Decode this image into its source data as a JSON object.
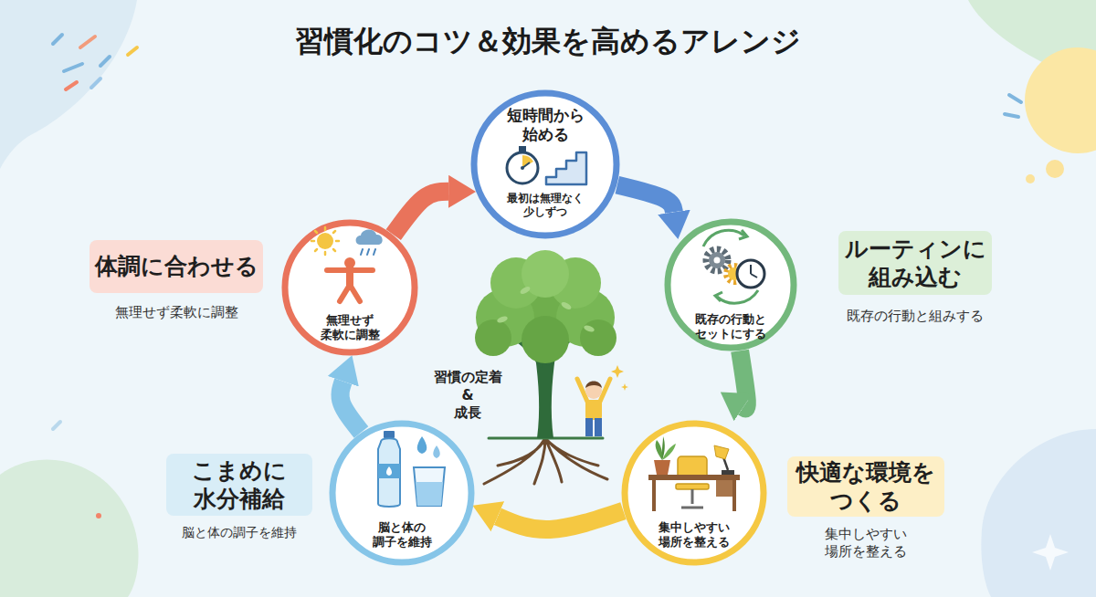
{
  "diagram": {
    "title": "習慣化のコツ＆効果を高めるアレンジ",
    "nodes": [
      {
        "text": [
          "短時間から 始める",
          "最初は無理なく 少しずつ"
        ]
      },
      {
        "text": [
          "既存の行動と セットにする"
        ]
      },
      {
        "text": [
          "ルーティンに 組み込む",
          "既存の行動と組みする"
        ]
      },
      {
        "text": [
          "集中しやすい 場所を整える"
        ]
      },
      {
        "text": [
          "快適な環境を つくる",
          "集中しやすい 場所を整える"
        ]
      },
      {
        "text": [
          "脳と体の 調子を維持"
        ]
      },
      {
        "text": [
          "こまめに 水分補給",
          "脳と体の調子を維持"
        ]
      },
      {
        "text": [
          "無理せず 柔軟に調整"
        ]
      },
      {
        "text": [
          "体調に合わせる",
          "無理せず柔軟に調整"
        ]
      }
    ],
    "edges": [
      {
        "from": 0,
        "to": 1,
        "arrow": "to"
      },
      {
        "from": 1,
        "to": 3,
        "arrow": "to"
      },
      {
        "from": 3,
        "to": 5,
        "arrow": "to"
      },
      {
        "from": 5,
        "to": 7,
        "arrow": "to"
      },
      {
        "from": 7,
        "to": 0,
        "arrow": "to"
      }
    ],
    "labels": [
      "習慣の定着 & 成長"
    ]
  }
}
